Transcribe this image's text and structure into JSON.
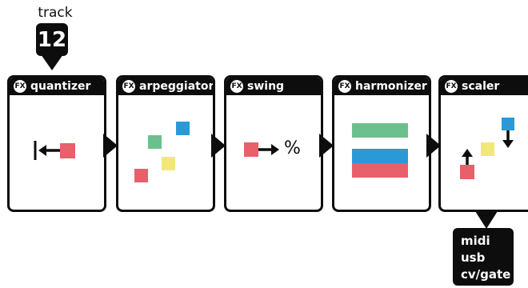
{
  "track": {
    "label": "track",
    "number": "12"
  },
  "modules": [
    {
      "fx": "FX",
      "name": "quantizer"
    },
    {
      "fx": "FX",
      "name": "arpeggiator"
    },
    {
      "fx": "FX",
      "name": "swing",
      "symbol": "%"
    },
    {
      "fx": "FX",
      "name": "harmonizer"
    },
    {
      "fx": "FX",
      "name": "scaler"
    }
  ],
  "outputs": [
    "midi",
    "usb",
    "cv/gate"
  ],
  "colors": {
    "red": "#e8606a",
    "green": "#6cc08e",
    "blue": "#2a9ad6",
    "yellow": "#f2e87a",
    "black": "#0d0d0d"
  }
}
